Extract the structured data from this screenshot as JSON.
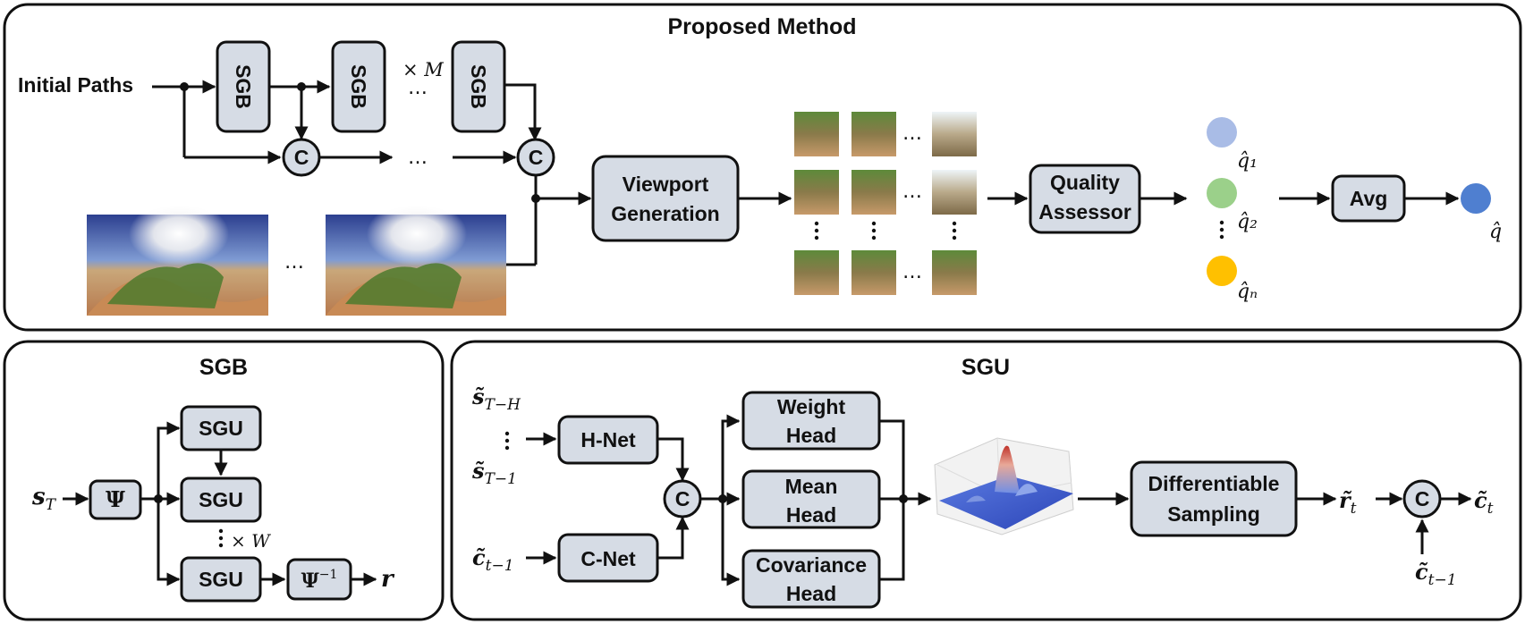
{
  "panels": {
    "top_title": "Proposed Method",
    "sgb_title": "SGB",
    "sgu_title": "SGU"
  },
  "top": {
    "input_label": "Initial Paths",
    "sgb_block_label": "SGB",
    "repeat_label": "× M",
    "concat_label": "C",
    "ellipsis": "…",
    "viewport_line1": "Viewport",
    "viewport_line2": "Generation",
    "quality_line1": "Quality",
    "quality_line2": "Assessor",
    "avg_label": "Avg",
    "q1": "q̂₁",
    "q2": "q̂₂",
    "qN": "q̂ₙ",
    "q_final": "q̂",
    "score_colors": [
      "#a9bce6",
      "#9bd08a",
      "#ffc000",
      "#4f7fd0"
    ]
  },
  "sgb": {
    "input": "s",
    "input_sub": "T",
    "psi": "Ψ",
    "psi_inv": "Ψ",
    "psi_inv_sup": "−1",
    "sgu_label": "SGU",
    "repeat_label": "× W",
    "output": "r"
  },
  "sgu": {
    "s_top": "s̃",
    "s_top_sub": "T−H",
    "s_bottom": "s̃",
    "s_bottom_sub": "T−1",
    "c_prev": "c̃",
    "c_prev_sub": "t−1",
    "hnet": "H-Net",
    "cnet": "C-Net",
    "concat_label": "C",
    "weight_line1": "Weight",
    "weight_line2": "Head",
    "mean_line1": "Mean",
    "mean_line2": "Head",
    "cov_line1": "Covariance",
    "cov_line2": "Head",
    "diff_line1": "Differentiable",
    "diff_line2": "Sampling",
    "r_out": "r̃",
    "r_out_sub": "t",
    "c_out": "c̃",
    "c_out_sub": "t",
    "c_in": "c̃",
    "c_in_sub": "t−1"
  }
}
